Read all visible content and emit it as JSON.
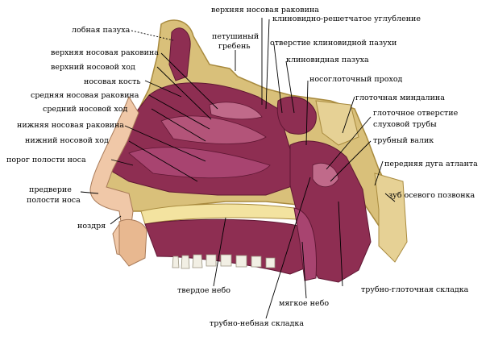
{
  "labels": {
    "upper_turbinate_top": "верхняя носовая раковина",
    "frontal_sinus": "лобная пазуха",
    "crista_galli_1": "петушиный",
    "crista_galli_2": "гребень",
    "sphenoethmoidal_recess": "клиновидно-решетчатое углубление",
    "sphenoid_opening": "отверстие клиновидной пазухи",
    "sphenoid_sinus": "клиновидная пазуха",
    "upper_turbinate": "верхняя носовая раковина",
    "upper_meatus": "верхний носовой ход",
    "nasal_bone": "носовая кость",
    "middle_turbinate": "средняя носовая раковина",
    "middle_meatus": "средний носовой ход",
    "lower_turbinate": "нижняя носовая раковина",
    "lower_meatus": "нижний носовой ход",
    "nasal_threshold": "порог полости носа",
    "vestibule_1": "предверие",
    "vestibule_2": "полости носа",
    "nostril": "ноздря",
    "nasopharyngeal_passage": "носоглоточный проход",
    "pharyngeal_tonsil": "глоточная миндалина",
    "tube_opening_1": "глоточное отверстие",
    "tube_opening_2": "слуховой трубы",
    "tubal_torus": "трубный валик",
    "atlas_arch": "передняя дуга атланта",
    "axis_dens": "зуб осевого позвонка",
    "hard_palate": "твердое небо",
    "soft_palate": "мягкое небо",
    "salpingopharyngeal_fold": "трубно-глоточная складка",
    "salpingopalatine_fold": "трубно-небная складка"
  },
  "colors": {
    "mucosa": "#8e2e52",
    "mucosa_dark": "#5f1733",
    "mucosa_light": "#c06a8a",
    "bone": "#d9c07a",
    "bone_dark": "#a88a3e",
    "marrow": "#f3e3a0",
    "skin": "#f0c8a8",
    "teeth": "#f2efe4"
  }
}
